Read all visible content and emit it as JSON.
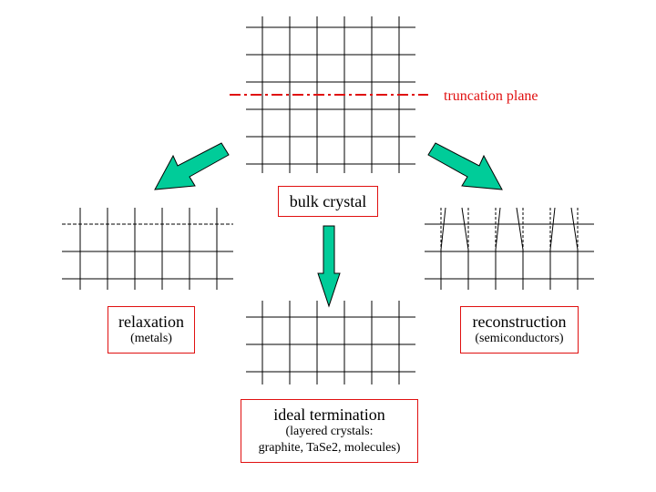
{
  "labels": {
    "truncation_plane": "truncation plane",
    "bulk_crystal": "bulk crystal",
    "relaxation": "relaxation",
    "relaxation_sub": "(metals)",
    "reconstruction": "reconstruction",
    "reconstruction_sub": "(semiconductors)",
    "ideal_termination": "ideal termination",
    "ideal_sub_1": "(layered crystals:",
    "ideal_sub_2": "graphite, TaSe2, molecules)"
  },
  "colors": {
    "arrow_fill": "#00cc99",
    "box_border": "#e01010",
    "truncation_line": "#e01010",
    "grid": "#000000"
  }
}
